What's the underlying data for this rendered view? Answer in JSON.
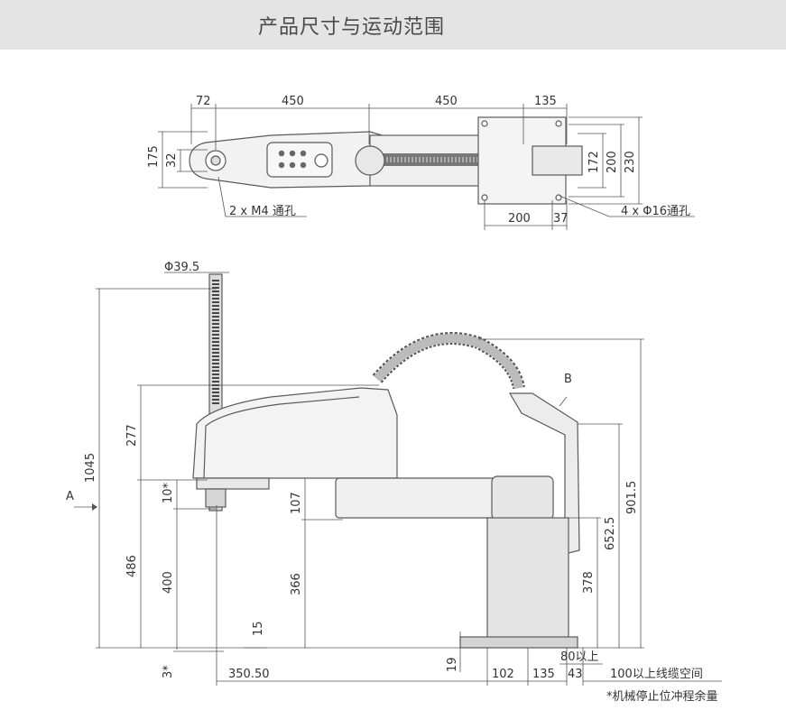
{
  "header": {
    "title": "产品尺寸与运动范围"
  },
  "top_view": {
    "dims": {
      "d72": "72",
      "d450a": "450",
      "d450b": "450",
      "d135": "135",
      "d175": "175",
      "d32": "32",
      "d172": "172",
      "d200v": "200",
      "d230": "230",
      "d200h": "200",
      "d37": "37"
    },
    "notes": {
      "m4": "2 x M4 通孔",
      "phi16": "4 x Φ16通孔"
    }
  },
  "side_view": {
    "dims": {
      "phi39": "Φ39.5",
      "d1045": "1045",
      "d277": "277",
      "d10": "10*",
      "d486": "486",
      "d400": "400",
      "d3": "3*",
      "d15": "15",
      "d350": "350.50",
      "d107": "107",
      "d366": "366",
      "d19": "19",
      "d102": "102",
      "d135": "135",
      "d43": "43",
      "d901": "901.5",
      "d652": "652.5",
      "d378": "378",
      "d80": "80以上"
    },
    "labels": {
      "a": "A",
      "b": "B"
    },
    "notes": {
      "cable": "100以上线缆空间",
      "stop": "*机械停止位冲程余量"
    }
  }
}
